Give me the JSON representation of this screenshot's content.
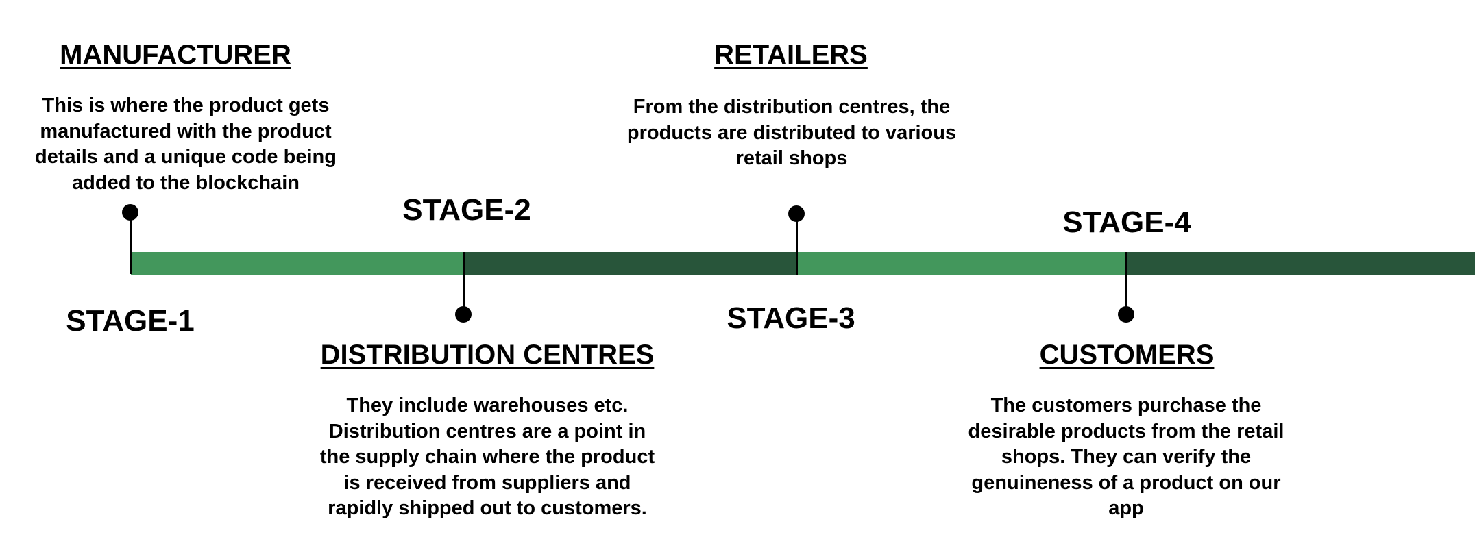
{
  "stages": [
    {
      "stage_label": "STAGE-1",
      "heading": "MANUFACTURER",
      "description": "This is where the product gets manufactured with the product details and a unique code being added to the blockchain"
    },
    {
      "stage_label": "STAGE-2",
      "heading": "DISTRIBUTION CENTRES",
      "description": "They include warehouses etc. Distribution centres are a point in the supply chain where the product is received from suppliers and rapidly shipped out to customers."
    },
    {
      "stage_label": "STAGE-3",
      "heading": "RETAILERS",
      "description": "From the distribution centres, the products are distributed to various retail shops"
    },
    {
      "stage_label": "STAGE-4",
      "heading": "CUSTOMERS",
      "description": "The customers purchase the desirable products from the retail shops. They can verify the genuineness of a product on our app"
    }
  ],
  "colors": {
    "segment_light": "#43975c",
    "segment_dark": "#28553a",
    "marker": "#000000"
  }
}
